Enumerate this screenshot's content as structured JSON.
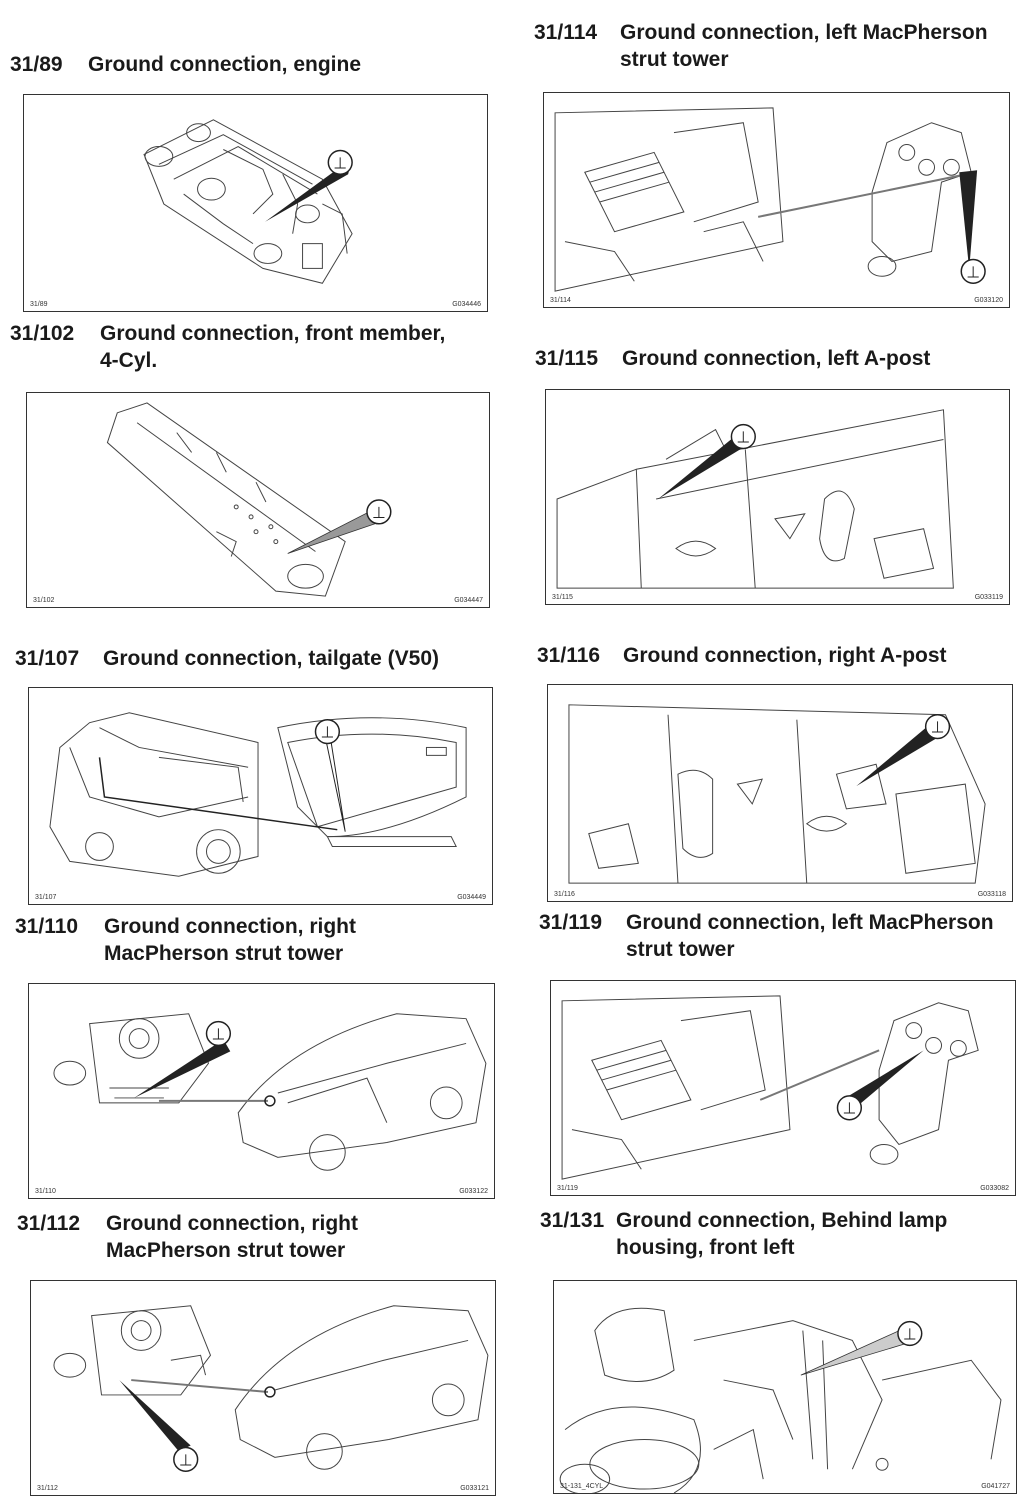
{
  "sections": [
    {
      "id": "31/89",
      "title": "Ground connection, engine",
      "title2": "",
      "fig_left": "31/89",
      "fig_right": "G034446"
    },
    {
      "id": "31/102",
      "title": "Ground connection, front member,",
      "title2": "4-Cyl.",
      "fig_left": "31/102",
      "fig_right": "G034447"
    },
    {
      "id": "31/107",
      "title": "Ground connection, tailgate (V50)",
      "title2": "",
      "fig_left": "31/107",
      "fig_right": "G034449"
    },
    {
      "id": "31/110",
      "title": "Ground connection, right",
      "title2": "MacPherson strut tower",
      "fig_left": "31/110",
      "fig_right": "G033122"
    },
    {
      "id": "31/112",
      "title": "Ground connection, right",
      "title2": "MacPherson strut tower",
      "fig_left": "31/112",
      "fig_right": "G033121"
    },
    {
      "id": "31/114",
      "title": "Ground connection, left MacPherson",
      "title2": "strut tower",
      "fig_left": "31/114",
      "fig_right": "G033120"
    },
    {
      "id": "31/115",
      "title": "Ground connection, left A-post",
      "title2": "",
      "fig_left": "31/115",
      "fig_right": "G033119"
    },
    {
      "id": "31/116",
      "title": "Ground connection, right A-post",
      "title2": "",
      "fig_left": "31/116",
      "fig_right": "G033118"
    },
    {
      "id": "31/119",
      "title": "Ground connection, left MacPherson",
      "title2": "strut tower",
      "fig_left": "31/119",
      "fig_right": "G033082"
    },
    {
      "id": "31/131",
      "title": "Ground connection, Behind lamp",
      "title2": "housing, front left",
      "fig_left": "31-131_4CYL",
      "fig_right": "G041727"
    }
  ],
  "ground_symbol": "⊥",
  "icon": "ground-symbol-icon"
}
